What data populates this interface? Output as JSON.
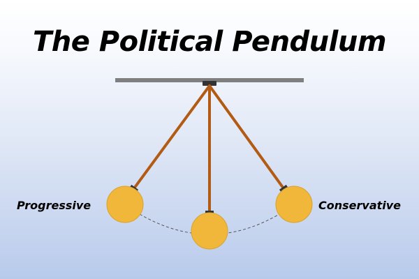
{
  "title": "The Political Pendulum",
  "labels": {
    "left": "Progressive",
    "right": "Conservative"
  },
  "colors": {
    "bar": "#7f7f7f",
    "rod": "#b25b14",
    "bob": "#f0b73a",
    "bob_outline": "#d9a22c",
    "connector": "#333333",
    "arc": "#555555"
  }
}
